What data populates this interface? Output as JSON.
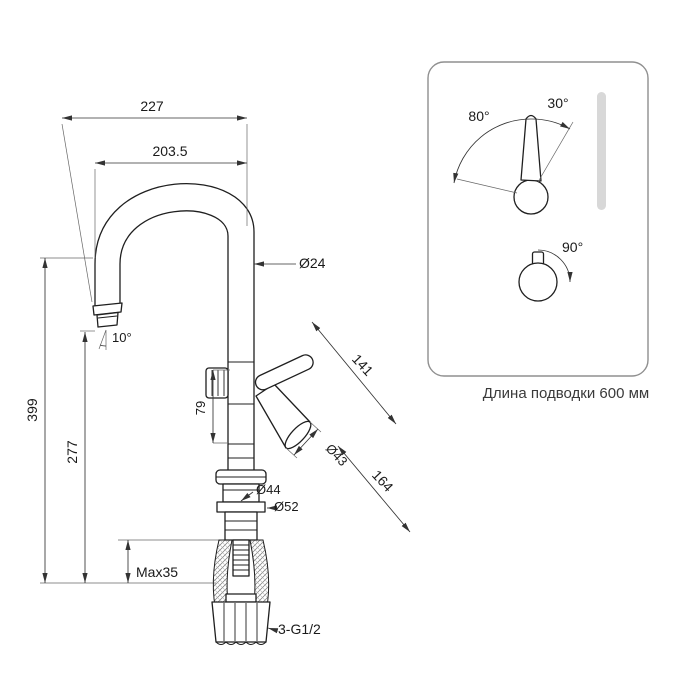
{
  "dimensions": {
    "spout_reach_outer": "227",
    "spout_reach": "203.5",
    "spout_diameter": "Ø24",
    "spout_tip_angle": "10°",
    "depth": "141",
    "handle_zone_height": "79",
    "total_height": "399",
    "spout_height": "277",
    "handle_diameter": "Ø43",
    "side_height": "164",
    "base_diameter_inner": "Ø44",
    "base_diameter_outer": "Ø52",
    "max_mounting_thickness": "Max35",
    "thread_size": "3-G1/2"
  },
  "rotation_panel": {
    "swivel_left": "80°",
    "swivel_right": "30°",
    "handle_lift": "90°",
    "note": "Длина подводки 600 мм"
  }
}
